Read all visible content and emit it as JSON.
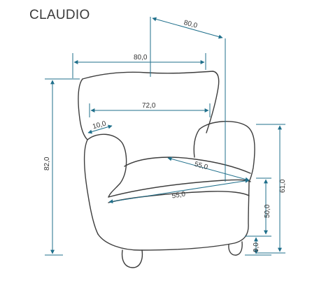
{
  "title": "CLAUDIO",
  "colors": {
    "outline": "#3d3d3d",
    "dimension": "#1f6f8b",
    "text": "#333333",
    "background": "#ffffff"
  },
  "dimensions": {
    "depth_total": "80,0",
    "width_total": "80,0",
    "back_width": "72,0",
    "armrest_width": "10,0",
    "seat_depth": "55,0",
    "seat_width": "55,0",
    "height_total": "82,0",
    "armrest_height": "61,0",
    "seat_height": "50,0",
    "leg_height": "9,0"
  }
}
